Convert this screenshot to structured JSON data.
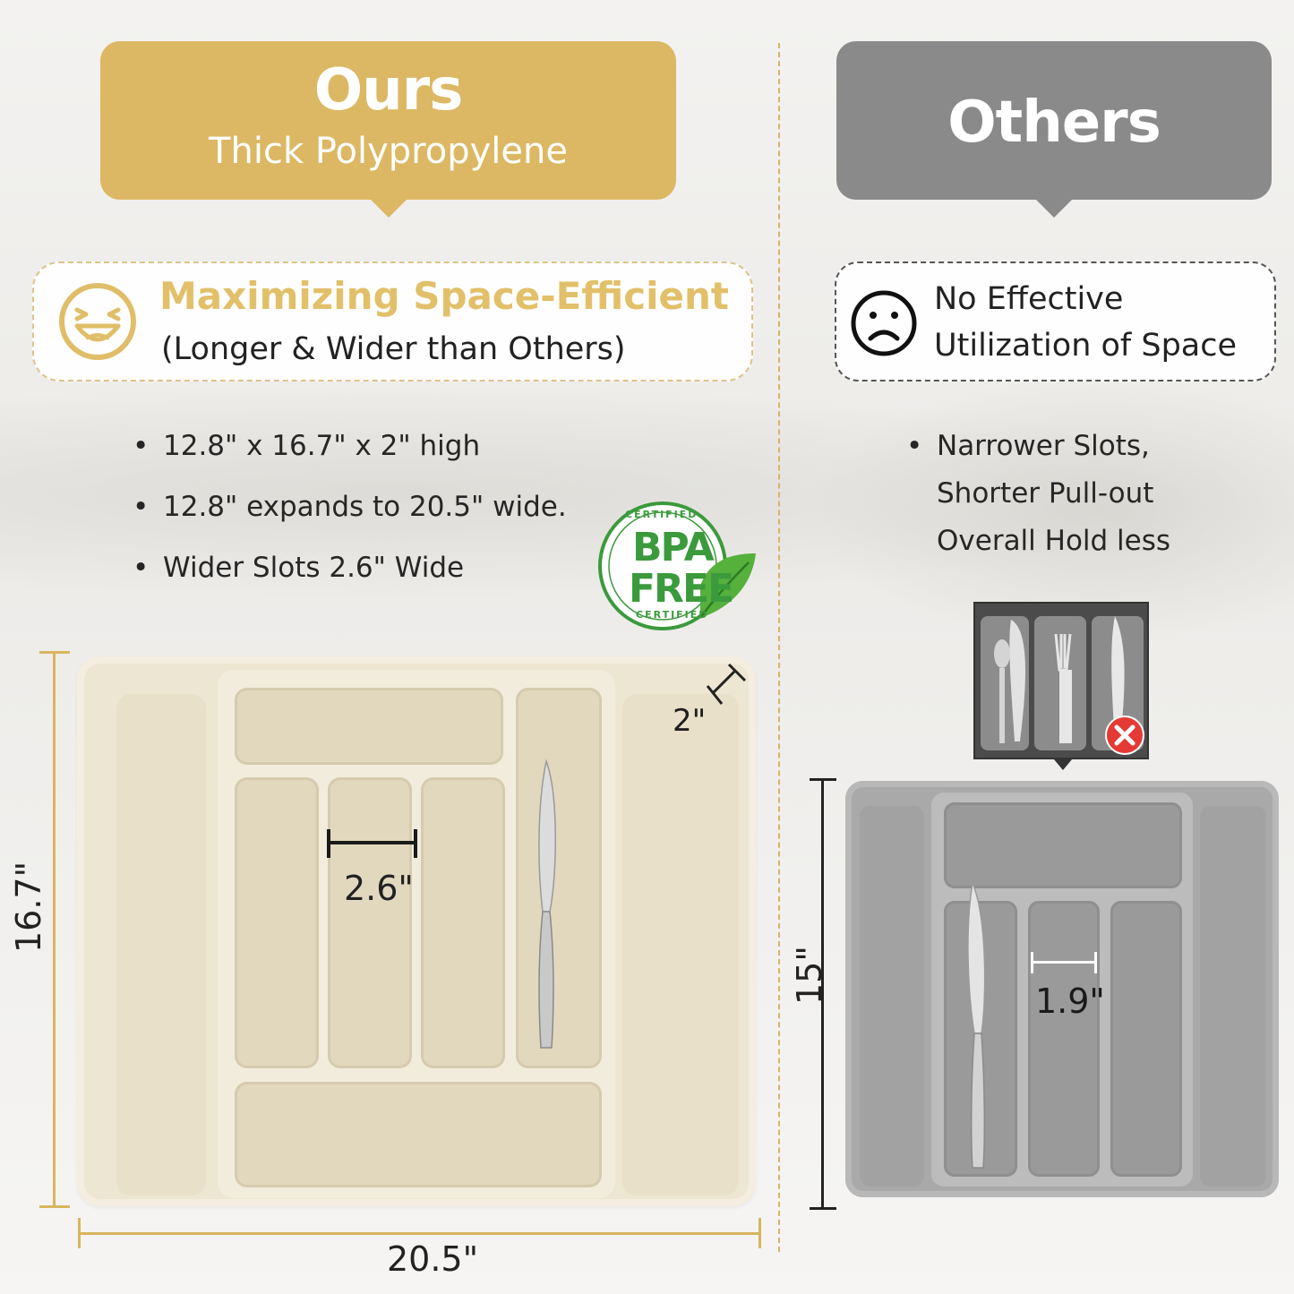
{
  "ours": {
    "title": "Ours",
    "subtitle": "Thick Polypropylene",
    "callout_title": "Maximizing Space-Efficient",
    "callout_subtitle": "(Longer & Wider than Others)",
    "bullets": [
      "12.8\" x 16.7\" x 2\" high",
      "12.8\" expands to 20.5\" wide.",
      "Wider Slots 2.6\" Wide"
    ],
    "badge": {
      "top": "CERTIFIED",
      "line1": "BPA",
      "line2": "FREE",
      "bottom": "CERTIFIED"
    },
    "dims": {
      "height": "16.7\"",
      "width": "20.5\"",
      "depth": "2\"",
      "slot": "2.6\""
    },
    "color": "#dcb864"
  },
  "others": {
    "title": "Others",
    "callout_line1": "No Effective",
    "callout_line2": "Utilization of Space",
    "bullets": [
      "Narrower Slots,",
      "Shorter Pull-out",
      "Overall Hold less"
    ],
    "dims": {
      "height": "15\"",
      "slot": "1.9\""
    },
    "color": "#8a8a8a"
  }
}
